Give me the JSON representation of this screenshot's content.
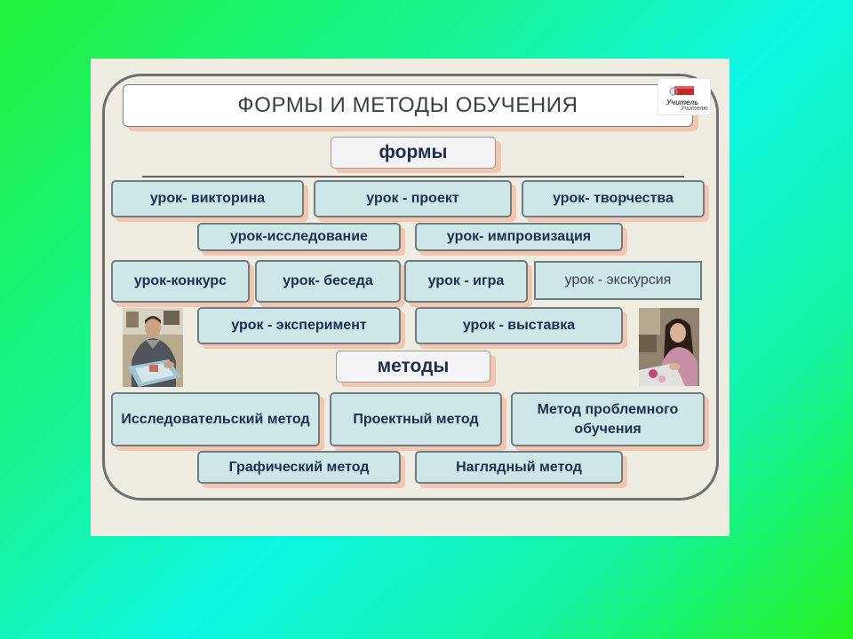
{
  "title": "ФОРМЫ И МЕТОДЫ ОБУЧЕНИЯ",
  "logo": {
    "line1": "Учитель",
    "line2": "Учителю"
  },
  "forms": {
    "heading": "формы",
    "items": [
      "урок- викторина",
      "урок - проект",
      "урок- творчества",
      "урок-исследование",
      "урок- импровизация",
      "урок-конкурс",
      "урок- беседа",
      "урок - игра",
      "урок - экскурсия",
      "урок - эксперимент",
      "урок - выставка"
    ]
  },
  "methods": {
    "heading": "методы",
    "items": [
      "Исследовательский метод",
      "Проектный метод",
      "Метод проблемного обучения",
      "Графический метод",
      "Наглядный метод"
    ]
  }
}
